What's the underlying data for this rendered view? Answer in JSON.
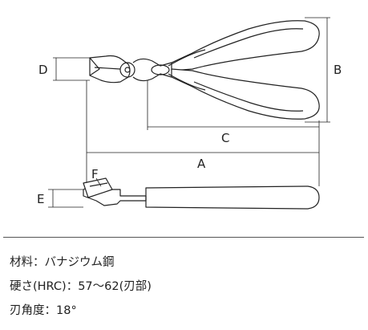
{
  "dimensions": {
    "a": "A",
    "b": "B",
    "c": "C",
    "d": "D",
    "e": "E",
    "f": "F"
  },
  "specs": {
    "material": "材料：バナジウム鋼",
    "hardness": "硬さ(HRC)：57〜62(刃部)",
    "blade_angle": "刃角度：18°"
  },
  "colors": {
    "line": "#222222",
    "handle_fill": "#ffffff"
  }
}
